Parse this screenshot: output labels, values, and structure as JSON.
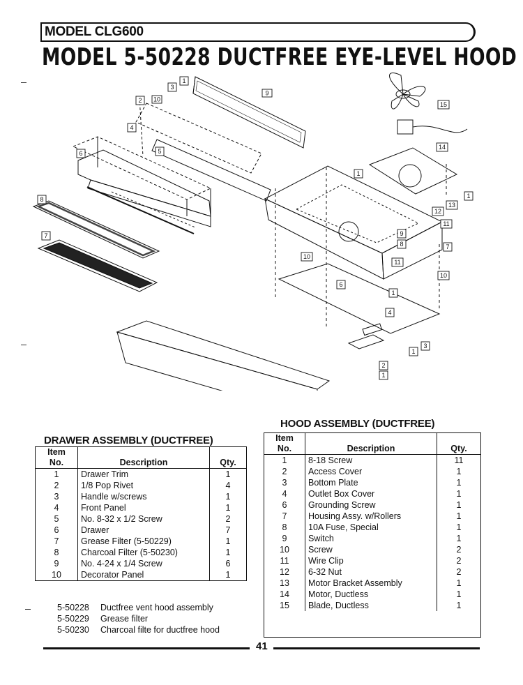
{
  "header": {
    "model_box": "MODEL CLG600",
    "title": "MODEL 5-50228 DUCTFREE EYE-LEVEL HOOD"
  },
  "diagram_callouts": {
    "drawer": [
      "1",
      "2",
      "3",
      "10",
      "9",
      "4",
      "5",
      "6",
      "8",
      "7"
    ],
    "hood": [
      "15",
      "14",
      "1",
      "1",
      "12",
      "13",
      "11",
      "9",
      "8",
      "7",
      "10",
      "11",
      "10",
      "6",
      "1",
      "4",
      "3",
      "1",
      "2",
      "1"
    ]
  },
  "drawer_assembly": {
    "title": "DRAWER ASSEMBLY (DUCTFREE)",
    "columns": {
      "item": "Item",
      "no": "No.",
      "description": "Description",
      "qty": "Qty."
    },
    "rows": [
      {
        "no": "1",
        "description": "Drawer Trim",
        "qty": "1"
      },
      {
        "no": "2",
        "description": "1/8 Pop Rivet",
        "qty": "4"
      },
      {
        "no": "3",
        "description": "Handle w/screws",
        "qty": "1"
      },
      {
        "no": "4",
        "description": "Front Panel",
        "qty": "1"
      },
      {
        "no": "5",
        "description": "No. 8-32 x 1/2 Screw",
        "qty": "2"
      },
      {
        "no": "6",
        "description": "Drawer",
        "qty": "7"
      },
      {
        "no": "7",
        "description": "Grease Filter (5-50229)",
        "qty": "1"
      },
      {
        "no": "8",
        "description": "Charcoal Filter (5-50230)",
        "qty": "1"
      },
      {
        "no": "9",
        "description": "No. 4-24 x 1/4 Screw",
        "qty": "6"
      },
      {
        "no": "10",
        "description": "Decorator Panel",
        "qty": "1"
      }
    ]
  },
  "hood_assembly": {
    "title": "HOOD ASSEMBLY (DUCTFREE)",
    "columns": {
      "item": "Item",
      "no": "No.",
      "description": "Description",
      "qty": "Qty."
    },
    "rows": [
      {
        "no": "1",
        "description": "8-18 Screw",
        "qty": "11"
      },
      {
        "no": "2",
        "description": "Access Cover",
        "qty": "1"
      },
      {
        "no": "3",
        "description": "Bottom Plate",
        "qty": "1"
      },
      {
        "no": "4",
        "description": "Outlet Box Cover",
        "qty": "1"
      },
      {
        "no": "6",
        "description": "Grounding Screw",
        "qty": "1"
      },
      {
        "no": "7",
        "description": "Housing Assy. w/Rollers",
        "qty": "1"
      },
      {
        "no": "8",
        "description": "10A Fuse, Special",
        "qty": "1"
      },
      {
        "no": "9",
        "description": "Switch",
        "qty": "1"
      },
      {
        "no": "10",
        "description": "Screw",
        "qty": "2"
      },
      {
        "no": "11",
        "description": "Wire Clip",
        "qty": "2"
      },
      {
        "no": "12",
        "description": "6-32 Nut",
        "qty": "2"
      },
      {
        "no": "13",
        "description": "Motor Bracket Assembly",
        "qty": "1"
      },
      {
        "no": "14",
        "description": "Motor, Ductless",
        "qty": "1"
      },
      {
        "no": "15",
        "description": "Blade, Ductless",
        "qty": "1"
      }
    ]
  },
  "references": [
    {
      "code": "5-50228",
      "text": "Ductfree vent hood assembly"
    },
    {
      "code": "5-50229",
      "text": "Grease filter"
    },
    {
      "code": "5-50230",
      "text": "Charcoal filte for ductfree hood"
    }
  ],
  "page_number": "41"
}
